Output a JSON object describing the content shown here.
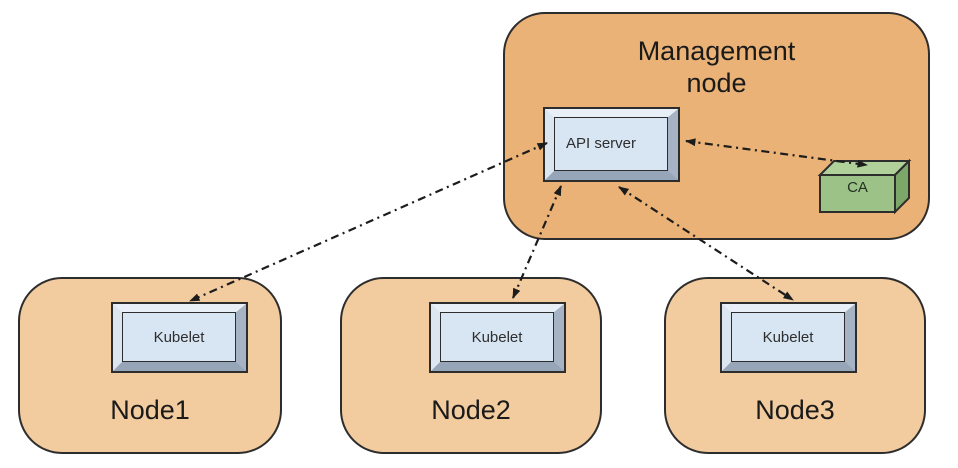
{
  "diagram": {
    "management_node": {
      "label": "Management node",
      "api_server": {
        "label": "API server"
      },
      "ca": {
        "label": "CA"
      }
    },
    "worker_nodes": [
      {
        "label": "Node1",
        "component": "Kubelet"
      },
      {
        "label": "Node2",
        "component": "Kubelet"
      },
      {
        "label": "Node3",
        "component": "Kubelet"
      }
    ],
    "connections": [
      {
        "from": "API server",
        "to": "Kubelet (Node1)",
        "style": "dash-dot",
        "bidirectional": true
      },
      {
        "from": "API server",
        "to": "Kubelet (Node2)",
        "style": "dash-dot",
        "bidirectional": true
      },
      {
        "from": "API server",
        "to": "Kubelet (Node3)",
        "style": "dash-dot",
        "bidirectional": true
      },
      {
        "from": "API server",
        "to": "CA",
        "style": "dash-dot",
        "bidirectional": true
      }
    ],
    "colors": {
      "management_node_fill": "#EAB276",
      "worker_node_fill": "#F2CB9E",
      "outline": "#2D2D2D",
      "chip_face_fill": "#D8E5F3",
      "chip_bevel_top": "#E9EFF7",
      "chip_bevel_left": "#DCE6F1",
      "chip_bevel_right": "#A6B3C4",
      "chip_bevel_bottom": "#96A5B8",
      "ca_front": "#9CC287",
      "ca_top": "#B0D29A",
      "ca_side": "#7DA769",
      "arrow": "#1C1C1C",
      "text": "#1A1A1A"
    }
  }
}
